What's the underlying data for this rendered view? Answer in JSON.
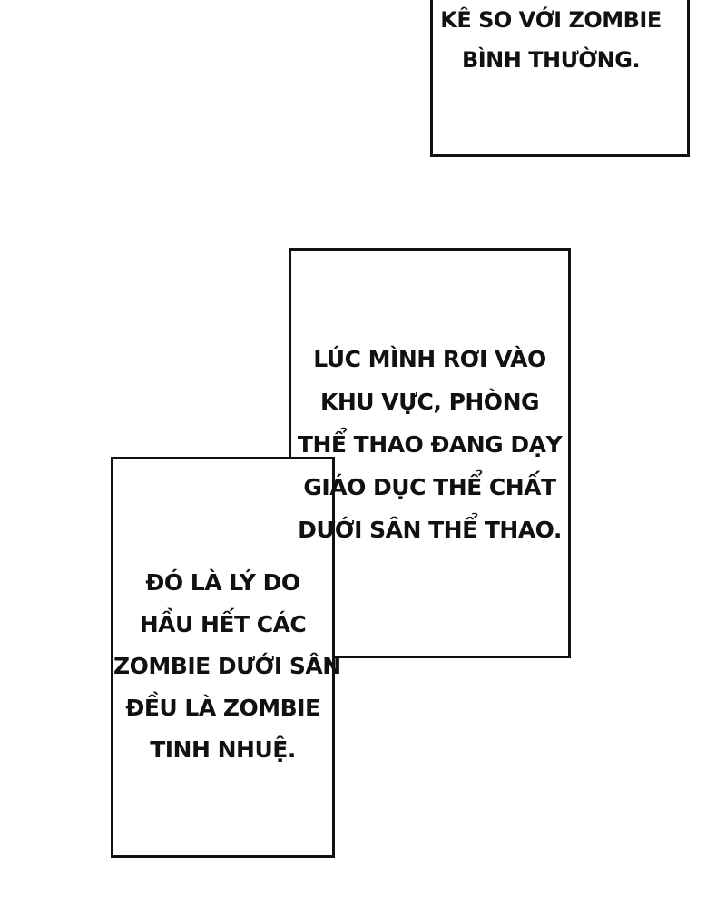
{
  "captions": {
    "top": {
      "lines": [
        "KÊ SO VỚI ZOMBIE",
        "BÌNH THƯỜNG."
      ]
    },
    "right": {
      "lines": [
        "LÚC MÌNH RƠI VÀO",
        "KHU VỰC, PHÒNG",
        "THỂ THAO ĐANG DẠY",
        "GIÁO DỤC THỂ CHẤT",
        "DƯỚI SÂN THỂ THAO."
      ]
    },
    "left": {
      "lines": [
        "ĐÓ LÀ LÝ DO",
        "HẦU HẾT CÁC",
        "ZOMBIE DƯỚI SÂN",
        "ĐỀU LÀ ZOMBIE",
        "TINH NHUỆ."
      ]
    }
  },
  "colors": {
    "border": "#111111",
    "text": "#111111",
    "background": "#ffffff"
  }
}
